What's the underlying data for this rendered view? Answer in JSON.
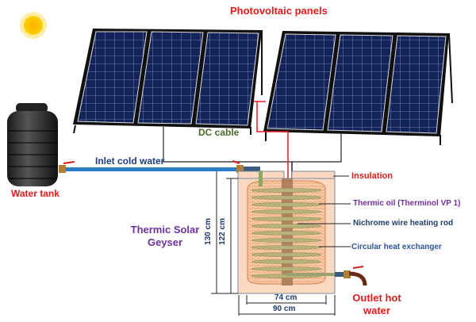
{
  "title": "Photovoltaic panels",
  "labels": {
    "dc_cable": "DC cable",
    "water_tank": "Water tank",
    "inlet": "Inlet cold water",
    "insulation": "Insulation",
    "thermic_oil": "Thermic oil (Therminol VP 1)",
    "nichrome": "Nichrome wire heating rod",
    "heat_exchanger": "Circular heat exchanger",
    "geyser_line1": "Thermic Solar",
    "geyser_line2": "Geyser",
    "outlet_line1": "Outlet hot",
    "outlet_line2": "water"
  },
  "dimensions": {
    "outer_height": "130 cm",
    "inner_height": "122 cm",
    "inner_width": "74 cm",
    "outer_width": "90 cm"
  },
  "colors": {
    "red": "#e31b1b",
    "purple": "#7030a0",
    "navy": "#1f3c6a",
    "blue": "#2f5596",
    "green": "#4a6a2a"
  }
}
